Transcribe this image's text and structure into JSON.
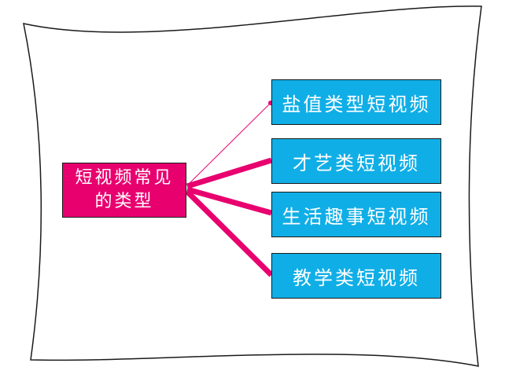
{
  "diagram": {
    "root": {
      "label": "短视频常见的类型"
    },
    "leaves": [
      {
        "label": "盐值类型短视频"
      },
      {
        "label": "才艺类短视频"
      },
      {
        "label": "生活趣事短视频"
      },
      {
        "label": "教学类短视频"
      }
    ]
  },
  "colors": {
    "root_fill": "#e8006f",
    "leaf_fill": "#10aee6",
    "connector": "#e8006f",
    "frame_stroke": "#1a1a1a",
    "frame_fill": "#ffffff"
  }
}
